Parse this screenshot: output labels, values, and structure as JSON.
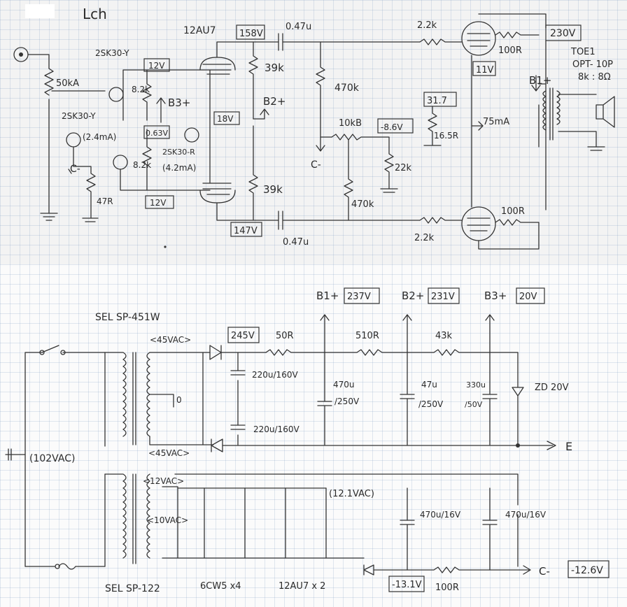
{
  "top": {
    "title": "Lch",
    "tube_pre": "12AU7",
    "v_plate_a": "158V",
    "v_plate_b": "147V",
    "c_top": "0.47u",
    "c_bot": "0.47u",
    "r_top_grid": "2.2k",
    "r_bot_grid": "2.2k",
    "r_top_stop": "100R",
    "r_bot_stop": "100R",
    "v_out_tr": "230V",
    "xfmr_name": "TOE1",
    "xfmr_type": "OPT- 10P",
    "xfmr_imp": "8k : 8Ω",
    "b1": "B1+",
    "b2": "B2+",
    "b3": "B3+",
    "r_load_a": "39k",
    "r_load_b": "39k",
    "r_470": "470k",
    "pot_bal": "10kB",
    "v_bias": "-8.6V",
    "r_22k": "22k",
    "r_470b": "470k",
    "c_minus": "C-",
    "c_minus2": "C-",
    "v_cath": "11V",
    "v_31": "31.7",
    "r_16": "16.5R",
    "i_75": "75mA",
    "pot_in": "50kA",
    "fet1": "2SK30-Y",
    "fet2": "2SK30-Y",
    "fet3": "2SK30-R",
    "v_12a": "12V",
    "v_12b": "12V",
    "r_8a": "8.2k",
    "r_8b": "8.2k",
    "i_24": "(2.4mA)",
    "v_063": "0.63V",
    "i_42": "(4.2mA)",
    "v_18": "18V",
    "r_47": "47R"
  },
  "bottom": {
    "pt1": "SEL SP-451W",
    "pt2": "SEL SP-122",
    "ac_in": "(102VAC)",
    "ac45a": "<45VAC>",
    "ac45b": "<45VAC>",
    "zero": "0",
    "v245": "245V",
    "r50": "50R",
    "r510": "510R",
    "r43k": "43k",
    "c220a": "220u/160V",
    "c220b": "220u/160V",
    "b1": "B1+",
    "v237": "237V",
    "b2": "B2+",
    "v231": "231V",
    "b3": "B3+",
    "v20": "20V",
    "c470a": "470u",
    "c470a2": "/250V",
    "c47": "47u",
    "c47b": "/250V",
    "c330": "330u",
    "c330b": "/50V",
    "zd": "ZD 20V",
    "e": "E",
    "ac12": "<12VAC>",
    "ac10": "<10VAC>",
    "ac121": "(12.1VAC)",
    "c470_16a": "470u/16V",
    "c470_16b": "470u/16V",
    "heat1": "6CW5 x4",
    "heat2": "12AU7 x 2",
    "v131": "-13.1V",
    "r100": "100R",
    "cneg": "C-",
    "v126": "-12.6V"
  }
}
